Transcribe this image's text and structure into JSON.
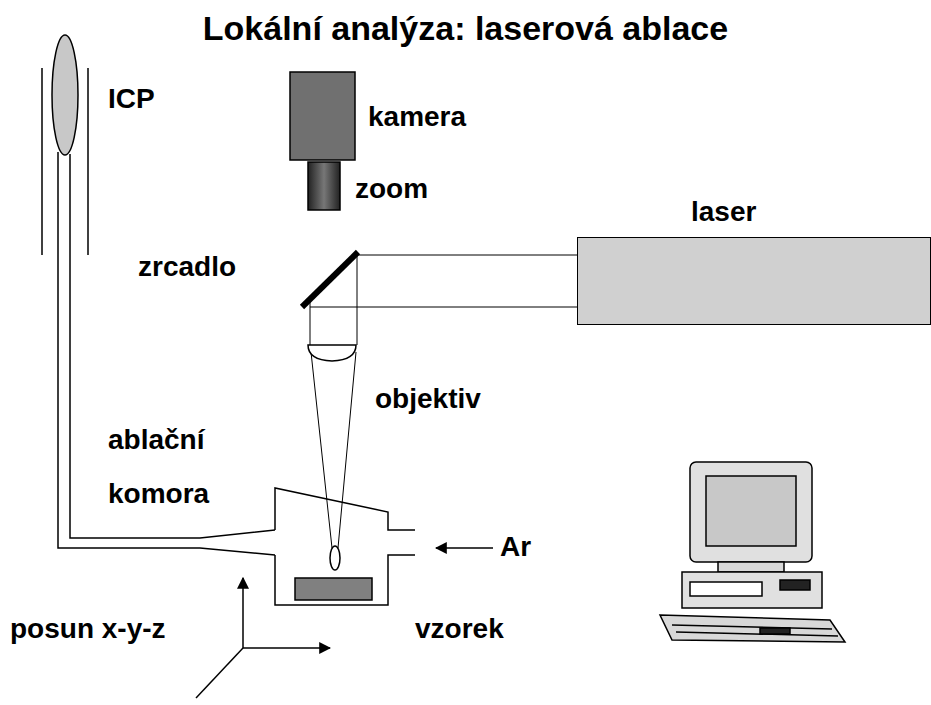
{
  "diagram": {
    "title": "Lokální analýza: laserová ablace",
    "nodes": [
      {
        "text": [
          "laser"
        ]
      }
    ],
    "labels": [
      "ICP",
      "kamera",
      "zoom",
      "zrcadlo",
      "objektiv",
      "ablační komora",
      "Ar",
      "vzorek",
      "posun x-y-z"
    ]
  }
}
